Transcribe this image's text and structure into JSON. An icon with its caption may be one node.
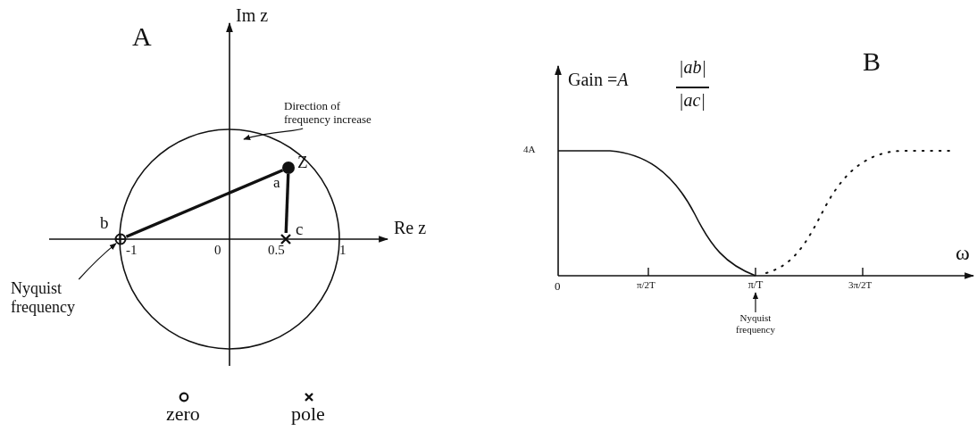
{
  "diagram": {
    "nodes": [
      {
        "text": [],
        "shape": "circle",
        "beside": [
          "Z",
          "a"
        ]
      },
      {
        "text": [],
        "shape": "circle",
        "beside": [
          "b"
        ]
      },
      {
        "text": [],
        "shape": "cross",
        "beside": [
          "c"
        ]
      },
      {
        "text": [
          "Direction of frequency increase"
        ]
      },
      {
        "text": [
          "Nyquist frequency"
        ]
      },
      {
        "text": [
          "Nyquist frequency"
        ]
      },
      {
        "text": [
          "π/T"
        ]
      }
    ],
    "edges": [
      {
        "from": 0,
        "to": 1,
        "arrow": "none",
        "style": "thick"
      },
      {
        "from": 0,
        "to": 2,
        "arrow": "none",
        "style": "thick"
      },
      {
        "from": 3,
        "to": null,
        "arrow": "to"
      },
      {
        "from": 4,
        "to": 1,
        "arrow": "to"
      },
      {
        "from": 5,
        "to": 6,
        "arrow": "to"
      }
    ],
    "labels": [
      "A",
      "Im z",
      "Re z",
      "-1",
      "0",
      "0.5",
      "1",
      "B",
      "Gain =*A*",
      "|ab|",
      "|ac|",
      "4A",
      "0",
      "π/2T",
      "3π/2T",
      "ω"
    ],
    "legend": [
      {
        "text": "zero"
      },
      {
        "text": "pole"
      }
    ]
  }
}
